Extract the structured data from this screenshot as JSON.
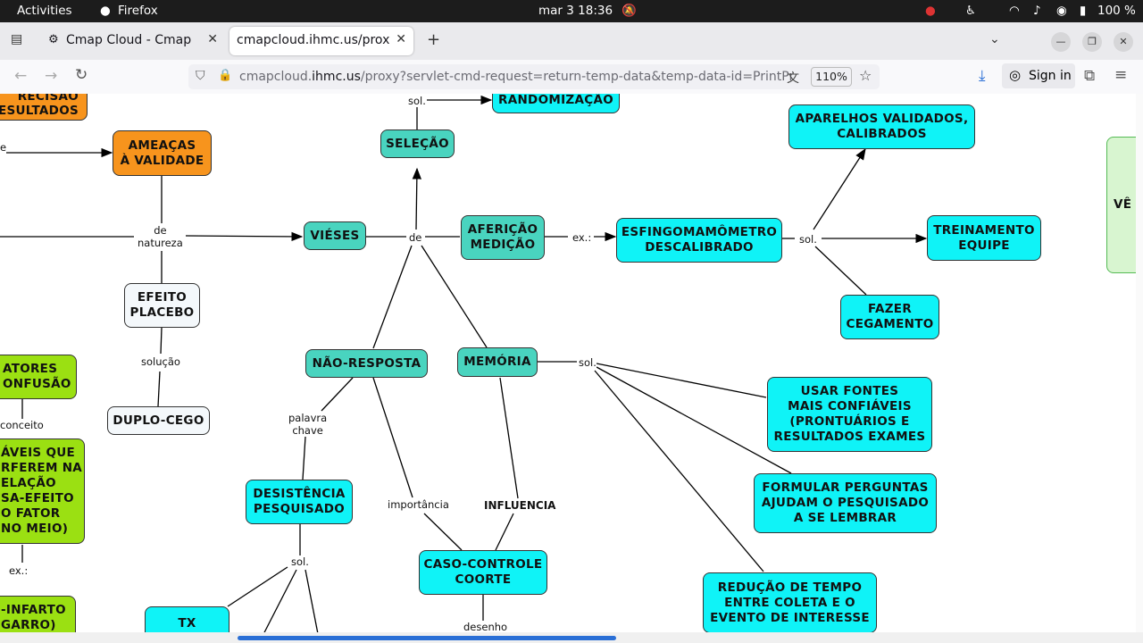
{
  "system_bar": {
    "activities": "Activities",
    "app": "Firefox",
    "clock": "mar 3  18:36",
    "battery": "100 %"
  },
  "tabs": [
    {
      "label": "Cmap Cloud - Cmaps",
      "active": false
    },
    {
      "label": "cmapcloud.ihmc.us/proxy?se",
      "active": true
    }
  ],
  "url": {
    "prefix": "cmapcloud.",
    "domain": "ihmc.us",
    "rest": "/proxy?servlet-cmd-request=return-temp-data&temp-data-id=PrintPrev_"
  },
  "zoom": "110%",
  "sign_in": "Sign in",
  "nodes": {
    "precisao": "RECISÃO\nESULTADOS",
    "ameacas": "AMEAÇAS\nÀ VALIDADE",
    "selecao": "SELEÇÃO",
    "randomizacao": "RANDOMIZAÇÃO",
    "vieses": "VIÉSES",
    "afericao": "AFERIÇÃO\nMEDIÇÃO",
    "esfingo": "ESFINGOMAMÔMETRO\nDESCALIBRADO",
    "aparelhos": "APARELHOS VALIDADOS,\nCALIBRADOS",
    "treinamento": "TREINAMENTO\nEQUIPE",
    "cegamento": "FAZER\nCEGAMENTO",
    "placebo": "EFEITO\nPLACEBO",
    "duplo": "DUPLO-CEGO",
    "fatores": "ATORES\nONFUSÃO",
    "variaveis": "ÁVEIS QUE\nRFEREM NA\nELAÇÃO\nSA-EFEITO\nO FATOR\nNO MEIO)",
    "infarto": "-INFARTO\nGARRO)",
    "naoresposta": "NÃO-RESPOSTA",
    "memoria": "MEMÓRIA",
    "desistencia": "DESISTÊNCIA\nPESQUISADO",
    "tx": "TX",
    "casocontrole": "CASO-CONTROLE\nCOORTE",
    "usarfontes": "USAR FONTES\nMAIS CONFIÁVEIS\n(PRONTUÁRIOS E\nRESULTADOS EXAMES",
    "formular": "FORMULAR PERGUNTAS\nAJUDAM O PESQUISADO\nA SE LEMBRAR",
    "reducao": "REDUÇÃO DE TEMPO\nENTRE COLETA E O\nEVENTO DE INTERESSE",
    "ve": "VÊ A"
  },
  "links": {
    "sol_top": "sol.",
    "de_natureza": "de\nnatureza",
    "de": "de",
    "ex1": "ex.:",
    "sol_right": "sol.",
    "solucao": "solução",
    "conceito": "conceito",
    "ex2": "ex.:",
    "palavra": "palavra\nchave",
    "sol_mem": "sol.",
    "importancia": "importância",
    "influencia": "INFLUENCIA",
    "sol_des": "sol.",
    "desenho": "desenho",
    "e_left": "e"
  },
  "colors": {
    "cyan": "#0ff3f7",
    "teal": "#49d4bf",
    "orange": "#f7941d",
    "lime": "#9be012",
    "scroll_thumb": "#2a6fd6"
  }
}
